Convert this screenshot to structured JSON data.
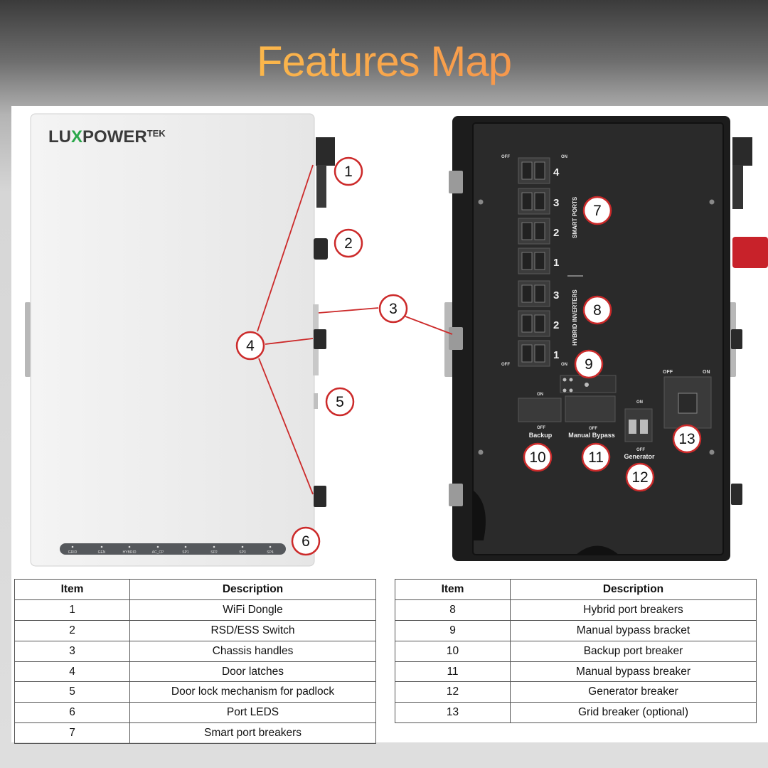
{
  "title": "Features Map",
  "brand": {
    "lux": "LU",
    "x": "X",
    "power": "POWER",
    "tek": "TEK"
  },
  "led_labels": [
    "GRID",
    "GEN",
    "HYBRID",
    "AC_CP",
    "SP1",
    "SP2",
    "SP3",
    "SP4"
  ],
  "callouts": [
    "1",
    "2",
    "3",
    "4",
    "5",
    "6",
    "7",
    "8",
    "9",
    "10",
    "11",
    "12",
    "13"
  ],
  "panel_labels": {
    "smart_ports": "SMART PORTS",
    "hybrid_inverters": "HYBRID INVERTERS",
    "off": "OFF",
    "on": "ON",
    "backup": "Backup",
    "manual_bypass": "Manual Bypass",
    "generator": "Generator",
    "breaker_numbers_smart": [
      "4",
      "3",
      "2",
      "1"
    ],
    "breaker_numbers_hybrid": [
      "3",
      "2",
      "1"
    ]
  },
  "tables": {
    "headers": [
      "Item",
      "Description"
    ],
    "left": [
      [
        "1",
        "WiFi Dongle"
      ],
      [
        "2",
        "RSD/ESS Switch"
      ],
      [
        "3",
        "Chassis handles"
      ],
      [
        "4",
        "Door latches"
      ],
      [
        "5",
        "Door lock mechanism for padlock"
      ],
      [
        "6",
        "Port LEDS"
      ],
      [
        "7",
        "Smart port breakers"
      ]
    ],
    "right": [
      [
        "8",
        "Hybrid port breakers"
      ],
      [
        "9",
        "Manual bypass bracket"
      ],
      [
        "10",
        "Backup port breaker"
      ],
      [
        "11",
        "Manual bypass breaker"
      ],
      [
        "12",
        "Generator breaker"
      ],
      [
        "13",
        "Grid breaker (optional)"
      ]
    ]
  },
  "colors": {
    "callout_red": "#cc2a2a",
    "cabinet_dark": "#1c1c1c",
    "door_white": "#f0f0f0",
    "brand_green": "#2aa84a"
  }
}
